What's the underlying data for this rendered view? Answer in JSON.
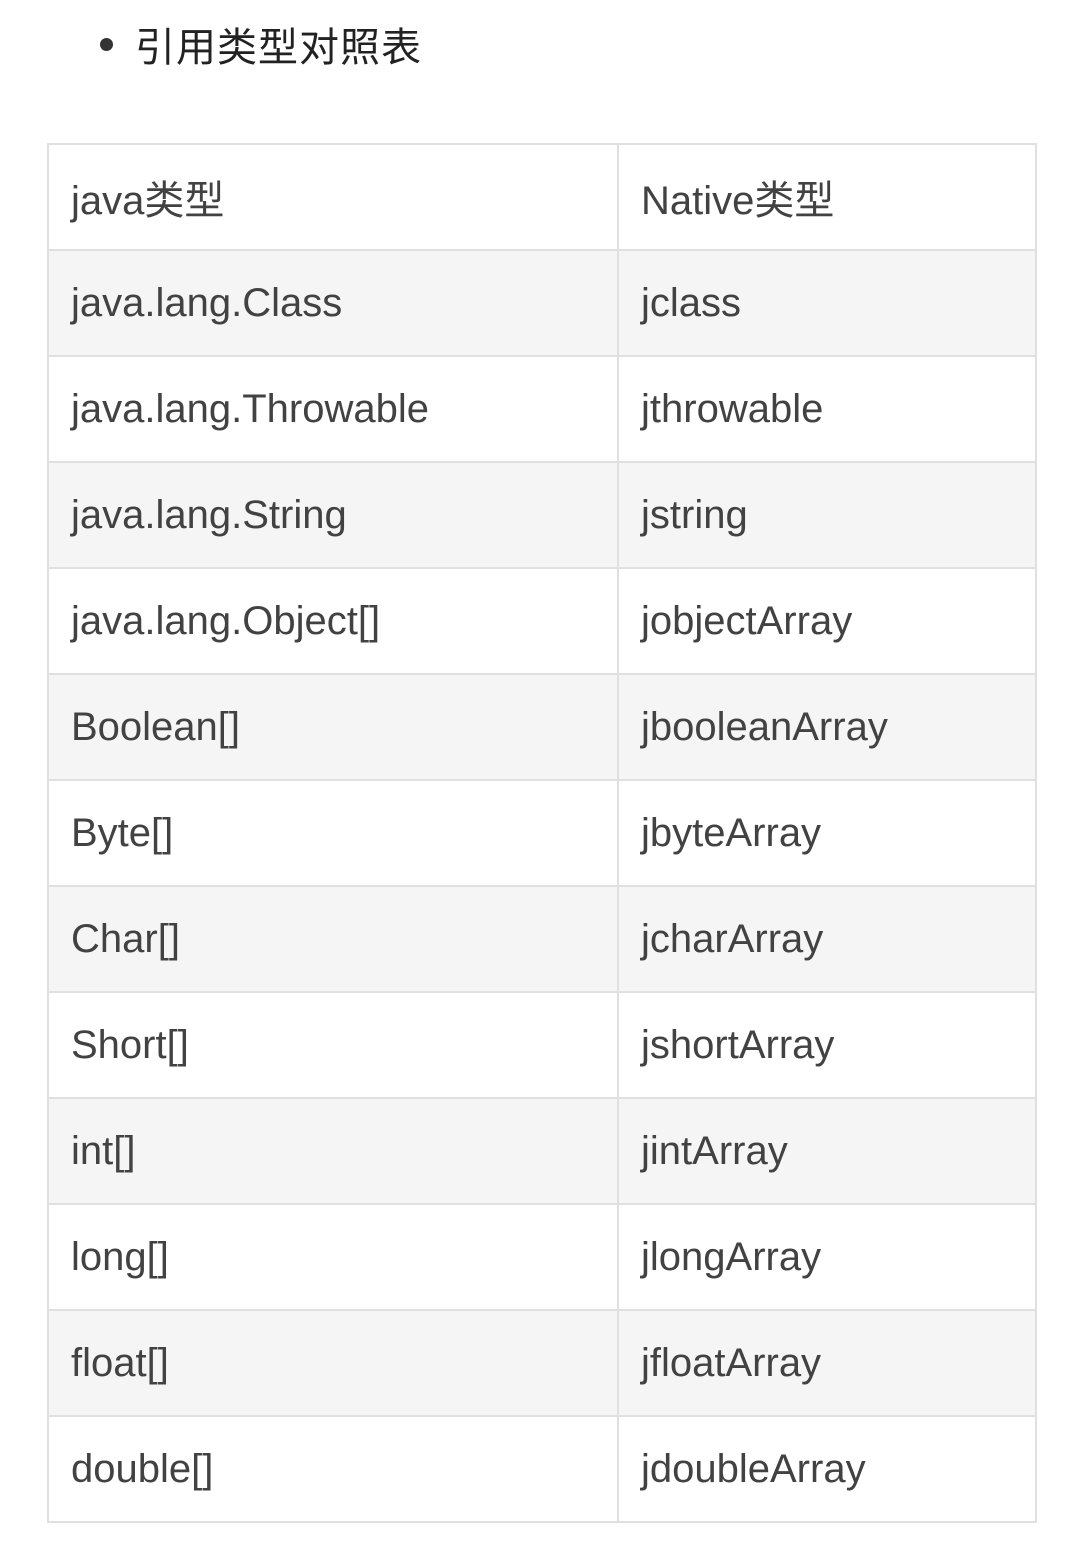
{
  "section": {
    "heading": "引用类型对照表"
  },
  "table": {
    "header": [
      "java类型",
      "Native类型"
    ],
    "rows": [
      [
        "java.lang.Class",
        "jclass"
      ],
      [
        "java.lang.Throwable",
        "jthrowable"
      ],
      [
        "java.lang.String",
        "jstring"
      ],
      [
        "java.lang.Object[]",
        "jobjectArray"
      ],
      [
        "Boolean[]",
        "jbooleanArray"
      ],
      [
        "Byte[]",
        "jbyteArray"
      ],
      [
        "Char[]",
        "jcharArray"
      ],
      [
        "Short[]",
        "jshortArray"
      ],
      [
        "int[]",
        "jintArray"
      ],
      [
        "long[]",
        "jlongArray"
      ],
      [
        "float[]",
        "jfloatArray"
      ],
      [
        "double[]",
        "jdoubleArray"
      ]
    ]
  }
}
